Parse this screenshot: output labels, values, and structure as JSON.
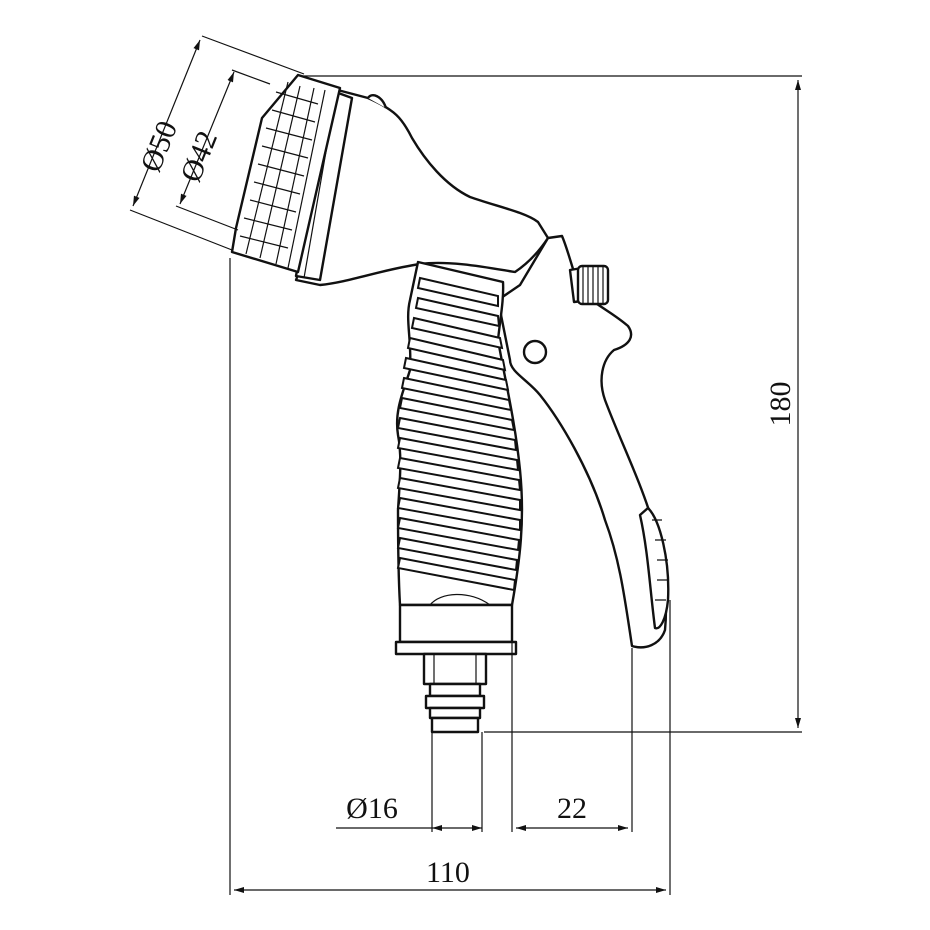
{
  "drawing": {
    "subject": "spray gun",
    "line_color": "#111111",
    "background": "#ffffff"
  },
  "dimensions": {
    "outer_diameter": "Ø50",
    "inner_diameter": "Ø42",
    "height": "180",
    "connector_diameter": "Ø16",
    "trigger_offset": "22",
    "overall_width": "110"
  }
}
